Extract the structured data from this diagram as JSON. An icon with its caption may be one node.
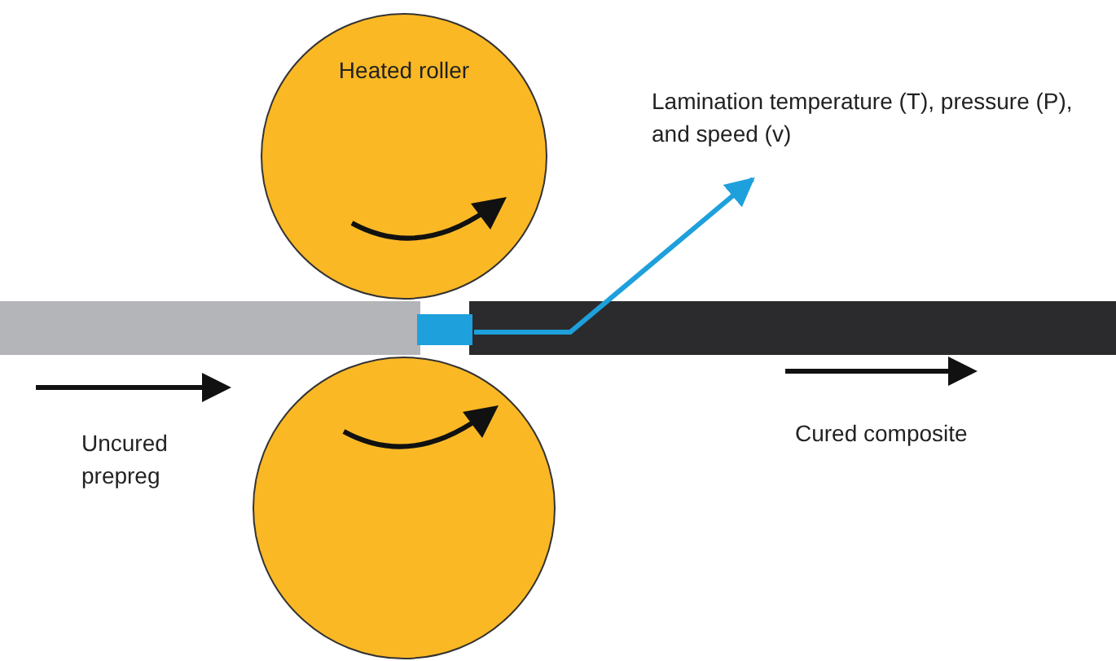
{
  "diagram": {
    "nodes": [
      {
        "text": [
          "Heated roller"
        ]
      },
      {
        "text": [],
        "shape": "circle"
      },
      {
        "text": [],
        "shape": "box"
      },
      {
        "text": [
          "Lamination temperature (T), pressure (P), and speed (v)"
        ]
      }
    ],
    "edges": [
      {
        "from": 2,
        "to": 3,
        "arrow": "to",
        "color": "#1ea0dc"
      }
    ],
    "labels": [
      "Uncured prepreg",
      "Cured composite"
    ]
  }
}
